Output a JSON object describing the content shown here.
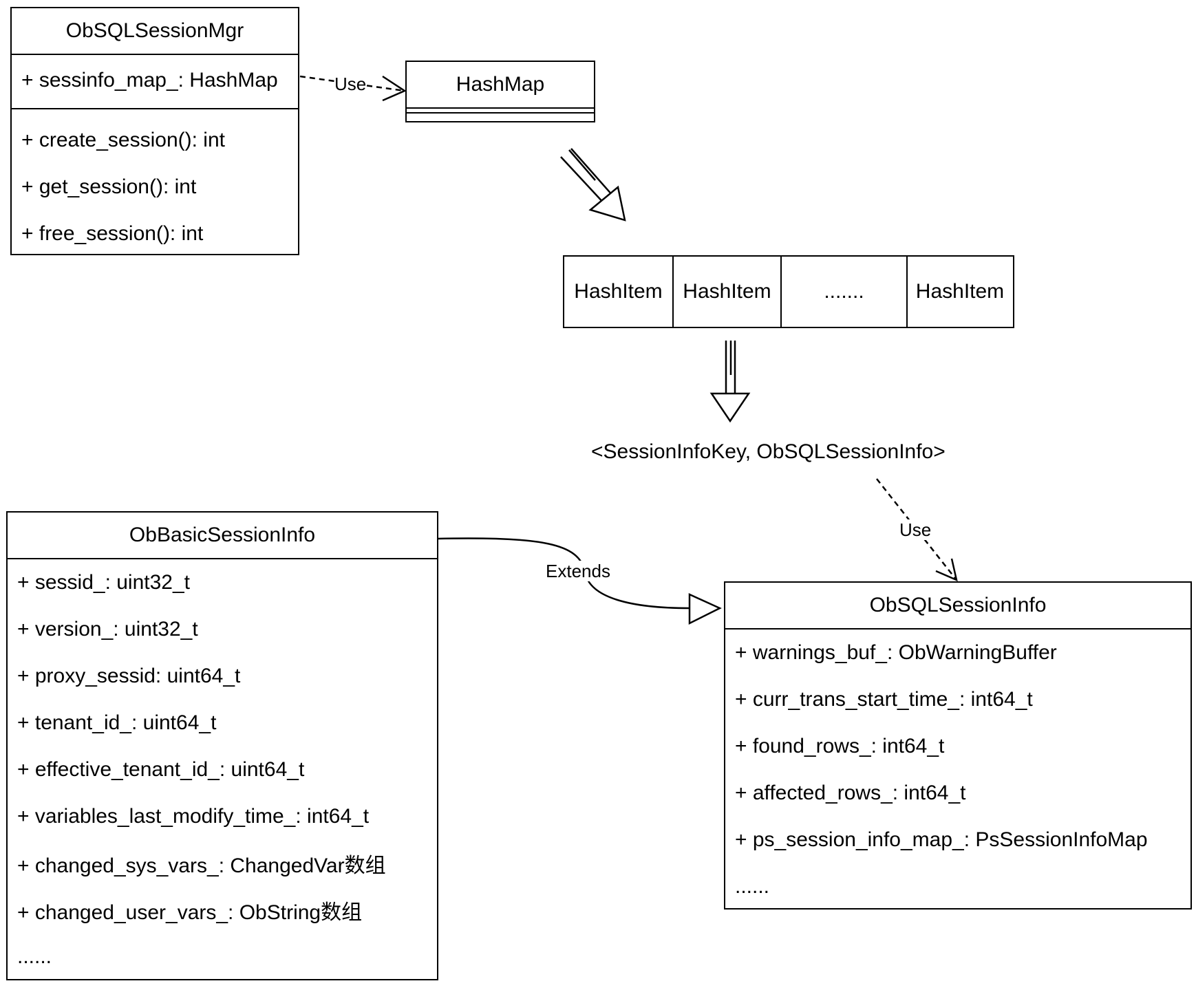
{
  "mgr": {
    "name": "ObSQLSessionMgr",
    "attribute": "+ sessinfo_map_: HashMap",
    "methods": [
      "+ create_session(): int",
      "+ get_session(): int",
      "+ free_session(): int"
    ]
  },
  "hashmap": {
    "name": "HashMap"
  },
  "hash_items": [
    "HashItem",
    "HashItem",
    ".......",
    "HashItem"
  ],
  "pair_label": "<SessionInfoKey, ObSQLSessionInfo>",
  "basic": {
    "name": "ObBasicSessionInfo",
    "attributes": [
      "+ sessid_: uint32_t",
      "+ version_: uint32_t",
      "+ proxy_sessid: uint64_t",
      "+ tenant_id_: uint64_t",
      "+ effective_tenant_id_: uint64_t",
      "+ variables_last_modify_time_: int64_t",
      "+ changed_sys_vars_: ChangedVar数组",
      "+ changed_user_vars_: ObString数组",
      "......"
    ]
  },
  "sqlinfo": {
    "name": "ObSQLSessionInfo",
    "attributes": [
      "+ warnings_buf_: ObWarningBuffer",
      "+ curr_trans_start_time_: int64_t",
      "+ found_rows_: int64_t",
      "+ affected_rows_: int64_t",
      "+ ps_session_info_map_: PsSessionInfoMap",
      "......"
    ]
  },
  "relations": {
    "use_top": "Use",
    "use_right": "Use",
    "extends": "Extends"
  }
}
